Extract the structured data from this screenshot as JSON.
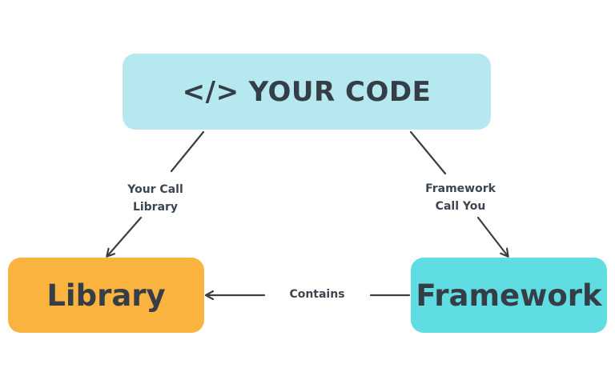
{
  "nodes": {
    "code": {
      "icon": "</>",
      "label": "YOUR CODE"
    },
    "library": {
      "label": "Library"
    },
    "framework": {
      "label": "Framework"
    }
  },
  "edges": {
    "your_call": {
      "line1": "Your Call",
      "line2": "Library"
    },
    "framework_call": {
      "line1": "Framework",
      "line2": "Call You"
    },
    "contains": {
      "label": "Contains"
    }
  },
  "colors": {
    "code_box": "#b6e8ef",
    "library_box": "#fbb33f",
    "framework_box": "#5fdde2",
    "text": "#353d47",
    "arrow": "#3a3f45"
  }
}
